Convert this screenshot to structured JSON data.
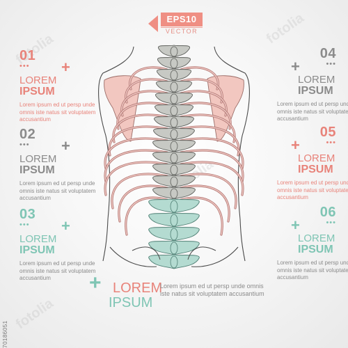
{
  "badge": {
    "main": "EPS10",
    "sub": "VECTOR"
  },
  "stock_id": "70186051",
  "colors": {
    "accent_red": "#e8837a",
    "accent_gray": "#8b8b8b",
    "accent_green": "#7fc5b4",
    "bone_gray": "#c7c9c4",
    "bone_pink": "#f2c7c0",
    "rib_pink": "#e2a8a4",
    "lumbar_green": "#b4dbd1"
  },
  "blocks": [
    {
      "number": "01",
      "line1": "LOREM",
      "line2": "IPSUM",
      "body": "Lorem ipsum ed ut persp unde omnis iste natus sit voluptatem accusantium"
    },
    {
      "number": "02",
      "line1": "LOREM",
      "line2": "IPSUM",
      "body": "Lorem ipsum ed ut persp unde omnis iste natus sit voluptatem accusantium"
    },
    {
      "number": "03",
      "line1": "LOREM",
      "line2": "IPSUM",
      "body": "Lorem ipsum ed ut persp unde omnis iste natus sit voluptatem accusantium"
    },
    {
      "number": "04",
      "line1": "LOREM",
      "line2": "IPSUM",
      "body": "Lorem ipsum ed ut persp unde omnis iste natus sit voluptatem accusantium"
    },
    {
      "number": "05",
      "line1": "LOREM",
      "line2": "IPSUM",
      "body": "Lorem ipsum ed ut persp unde omnis iste natus sit voluptatem accusantium"
    },
    {
      "number": "06",
      "line1": "LOREM",
      "line2": "IPSUM",
      "body": "Lorem ipsum ed ut persp unde omnis iste natus sit voluptatem accusantium"
    }
  ],
  "bottom": {
    "line1": "LOREM",
    "line2": "IPSUM",
    "body": "Lorem ipsum ed ut persp unde omnis iste natus sit voluptatem accusantium"
  }
}
